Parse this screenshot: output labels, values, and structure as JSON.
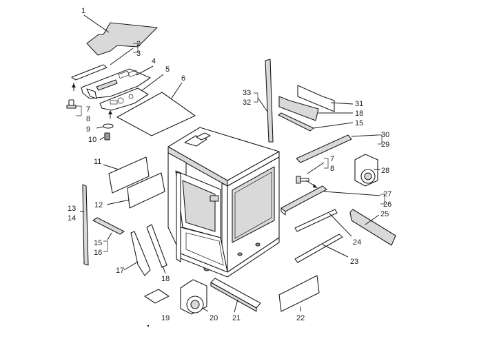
{
  "labels": {
    "l1": "1",
    "l2": "2",
    "l3": "3",
    "l4": "4",
    "l5": "5",
    "l6": "6",
    "l7a": "7",
    "l8a": "8",
    "l9": "9",
    "l10": "10",
    "l11": "11",
    "l12": "12",
    "l13": "13",
    "l14": "14",
    "l15a": "15",
    "l16": "16",
    "l17": "17",
    "l18a": "18",
    "l19": "19",
    "l20": "20",
    "l21": "21",
    "l22": "22",
    "l23": "23",
    "l24": "24",
    "l25": "25",
    "l26": "26",
    "l27": "27",
    "l28": "28",
    "l29": "29",
    "l30": "30",
    "l31": "31",
    "l32": "32",
    "l33": "33",
    "l18b": "18",
    "l15b": "15",
    "l7b": "7",
    "l8b": "8"
  }
}
